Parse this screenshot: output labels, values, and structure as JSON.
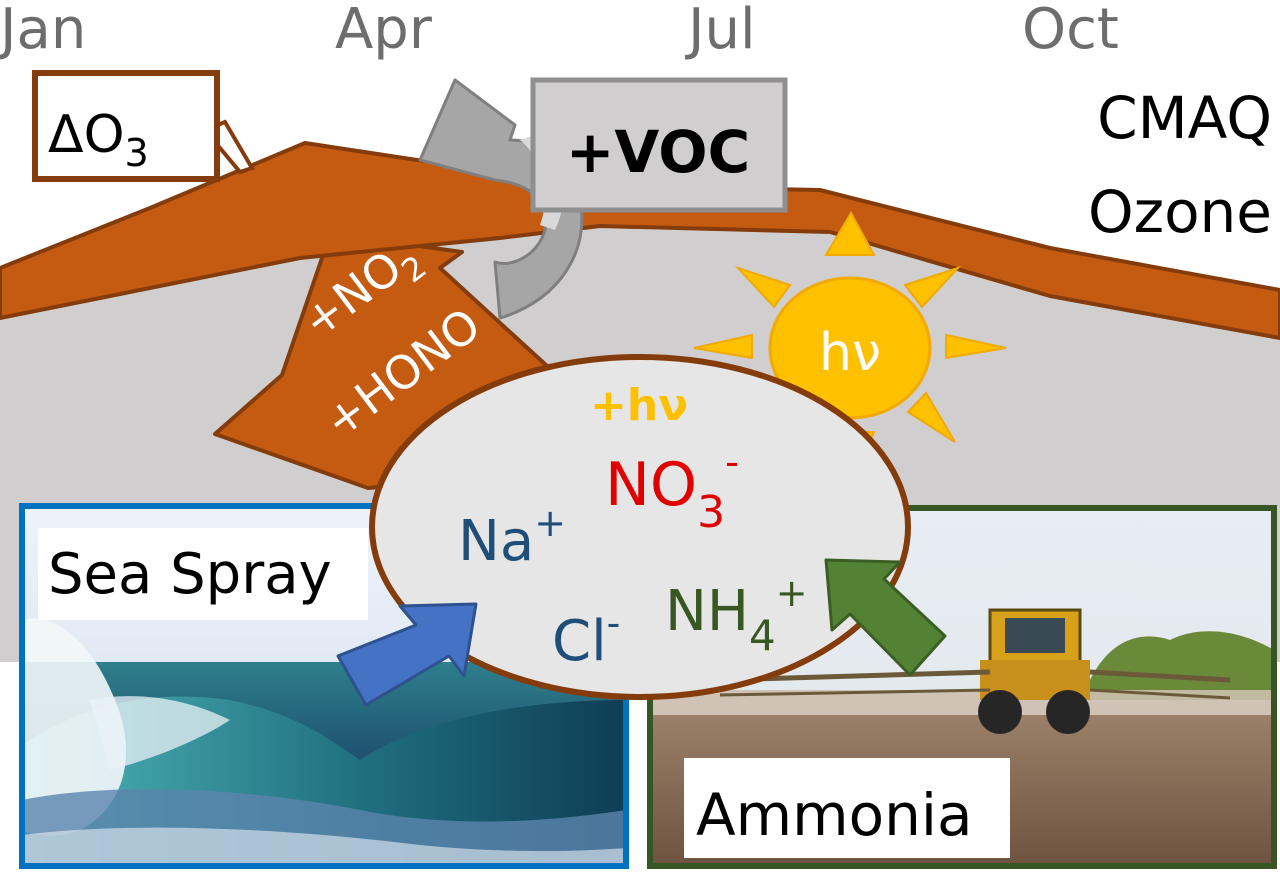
{
  "months": [
    "Jan",
    "Apr",
    "Jul",
    "Oct"
  ],
  "delta_o3": {
    "delta": "ΔO",
    "sub": "3"
  },
  "voc": "+VOC",
  "model": {
    "line1": "CMAQ",
    "line2": "Ozone"
  },
  "emission_arrow": {
    "line1_main": "+NO",
    "line1_sub": "2",
    "line2": "+HONO"
  },
  "sun": {
    "label": "hν"
  },
  "aerosol": {
    "photolysis": "+hν",
    "nitrate": {
      "main": "NO",
      "sub": "3",
      "sup": "-"
    },
    "sodium": {
      "main": "Na",
      "sup": "+"
    },
    "chloride": {
      "main": "Cl",
      "sup": "-"
    },
    "ammonium": {
      "main": "NH",
      "sub": "4",
      "sup": "+"
    }
  },
  "sea_spray": "Sea Spray",
  "ammonia": "Ammonia",
  "colors": {
    "ozone_band": "#c55a11",
    "ozone_border": "#843c0c",
    "gray_background": "#d0cece",
    "sun": "#ffc000",
    "sun_stroke": "#f2a900",
    "hv_text": "#ffc000",
    "nitrate": "#e00000",
    "sea_ions": "#1f4e79",
    "ammonium": "#385723",
    "sea_border": "#0070c0",
    "sea_arrow": "#4472c4",
    "ammonia_border": "#375623",
    "ammonia_arrow": "#548235",
    "month_text": "#6d6d6d",
    "voc_box": "#d0cece",
    "voc_box_border": "#8f8f8f"
  }
}
